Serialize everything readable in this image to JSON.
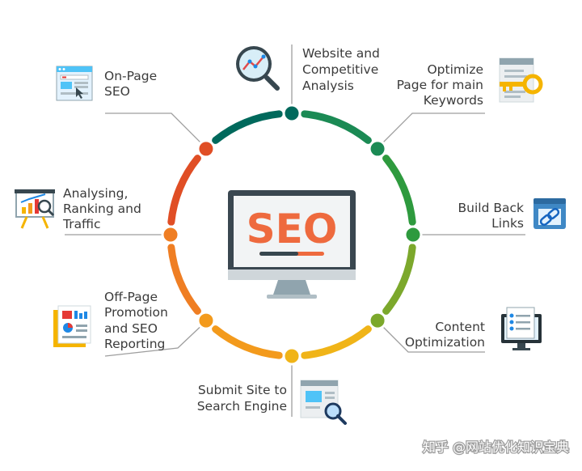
{
  "center": {
    "text": "SEO",
    "text_color": "#ee6a3e"
  },
  "items": [
    {
      "id": "website-analysis",
      "lines": [
        "Website and",
        "Competitive",
        "Analysis"
      ],
      "dot_color": "#00695c",
      "icon": "magnifier-graph-icon"
    },
    {
      "id": "optimize-keywords",
      "lines": [
        "Optimize",
        "Page for main",
        "Keywords"
      ],
      "dot_color": "#1b8a54",
      "icon": "key-document-icon"
    },
    {
      "id": "back-links",
      "lines": [
        "Build Back",
        "Links"
      ],
      "dot_color": "#2e9a3e",
      "icon": "chain-link-icon"
    },
    {
      "id": "content-optimization",
      "lines": [
        "Content",
        "Optimization"
      ],
      "dot_color": "#7ca82c",
      "icon": "content-monitor-icon"
    },
    {
      "id": "submit-site",
      "lines": [
        "Submit Site to",
        "Search Engine"
      ],
      "dot_color": "#f0b418",
      "icon": "search-page-icon"
    },
    {
      "id": "off-page",
      "lines": [
        "Off-Page",
        "Promotion",
        "and SEO",
        "Reporting"
      ],
      "dot_color": "#f39a1c",
      "icon": "report-docs-icon"
    },
    {
      "id": "analysing",
      "lines": [
        "Analysing,",
        "Ranking and",
        "Traffic"
      ],
      "dot_color": "#ef7e23",
      "icon": "presentation-chart-icon"
    },
    {
      "id": "on-page",
      "lines": [
        "On-Page",
        "SEO"
      ],
      "dot_color": "#e04e25",
      "icon": "browser-window-icon"
    }
  ],
  "watermark": "知乎 @网站优化知识宝典",
  "colors": {
    "label_text": "#3b3b3b",
    "connector": "#9e9e9e",
    "monitor_frame": "#37474f"
  }
}
